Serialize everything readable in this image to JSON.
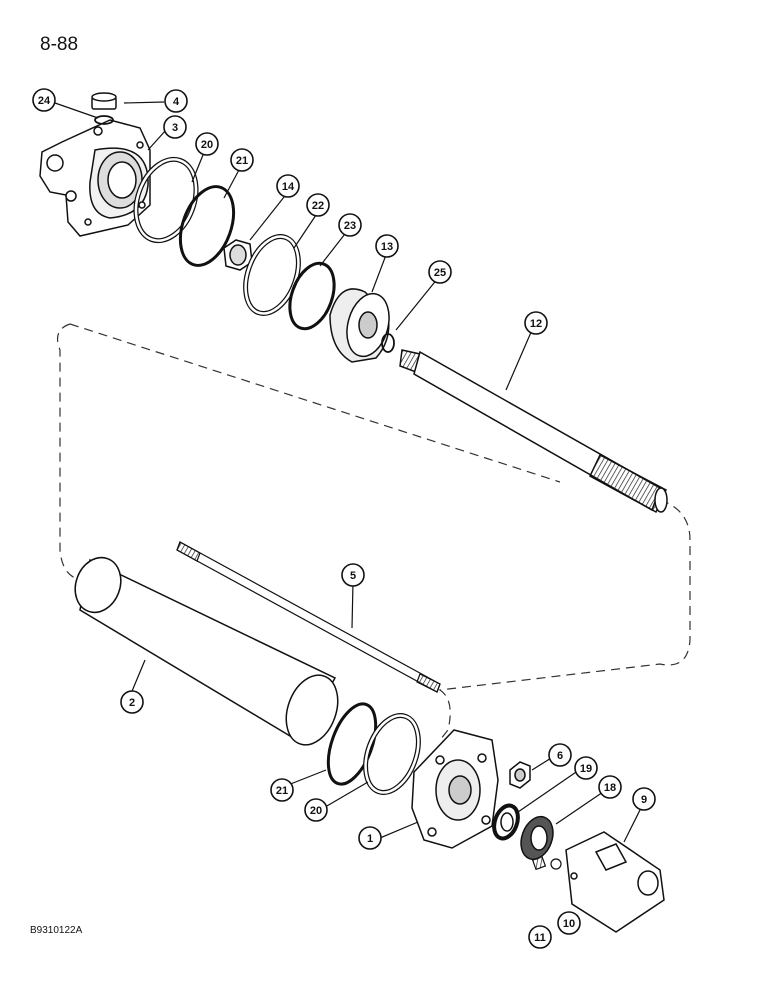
{
  "page": {
    "page_number": "8-88",
    "figure_code": "B9310122A"
  },
  "diagram": {
    "callouts": [
      {
        "id": "c24",
        "label": "24"
      },
      {
        "id": "c4",
        "label": "4"
      },
      {
        "id": "c3",
        "label": "3"
      },
      {
        "id": "c20a",
        "label": "20"
      },
      {
        "id": "c21a",
        "label": "21"
      },
      {
        "id": "c14",
        "label": "14"
      },
      {
        "id": "c22",
        "label": "22"
      },
      {
        "id": "c23",
        "label": "23"
      },
      {
        "id": "c13",
        "label": "13"
      },
      {
        "id": "c25",
        "label": "25"
      },
      {
        "id": "c12",
        "label": "12"
      },
      {
        "id": "c5",
        "label": "5"
      },
      {
        "id": "c2",
        "label": "2"
      },
      {
        "id": "c6",
        "label": "6"
      },
      {
        "id": "c19",
        "label": "19"
      },
      {
        "id": "c18",
        "label": "18"
      },
      {
        "id": "c9",
        "label": "9"
      },
      {
        "id": "c21b",
        "label": "21"
      },
      {
        "id": "c20b",
        "label": "20"
      },
      {
        "id": "c1",
        "label": "1"
      },
      {
        "id": "c11",
        "label": "11"
      },
      {
        "id": "c10",
        "label": "10"
      }
    ]
  }
}
